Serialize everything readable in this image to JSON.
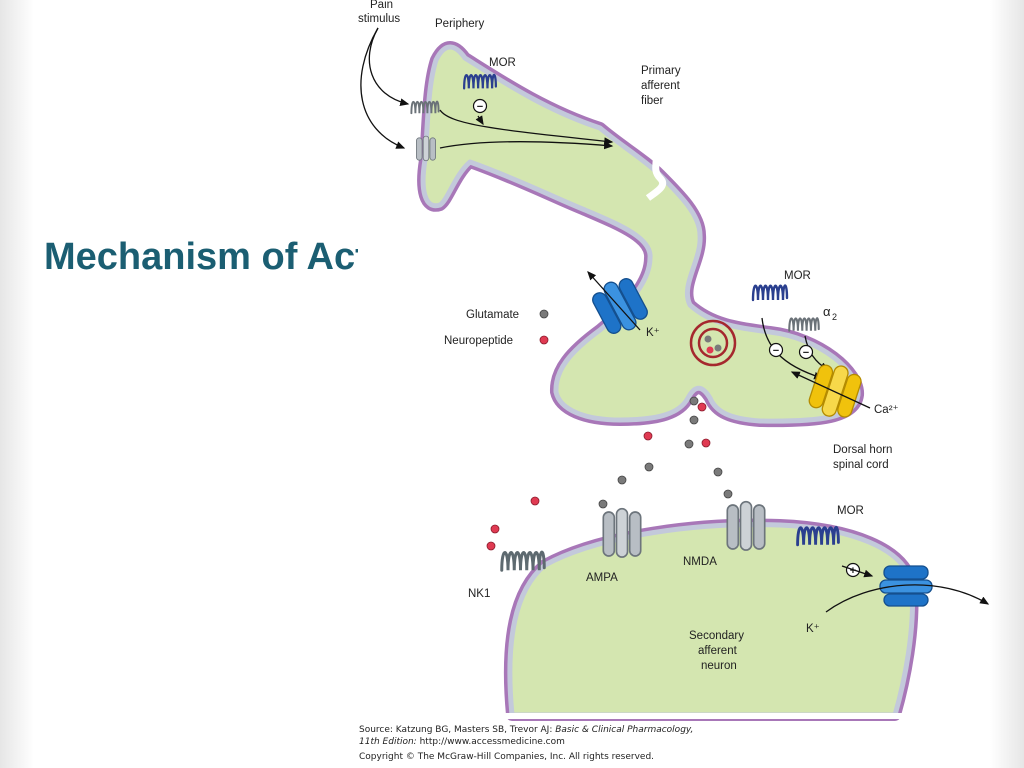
{
  "slide": {
    "title": "Mechanism of Action"
  },
  "colors": {
    "title": "#1b5e72",
    "cytoplasm": "#d4e6b0",
    "membrane_outer": "#a877b8",
    "membrane_inner": "#c3c9db",
    "receptor_blue": "#1e73c8",
    "receptor_dark": "#2a3f8f",
    "calcium_channel": "#f0c20c",
    "glutamate": "#7a7a7a",
    "neuropeptide": "#e03a52",
    "vesicle": "#a5282e"
  },
  "figure": {
    "labels": {
      "pain_line1": "Pain",
      "pain_line2": "stimulus",
      "periphery": "Periphery",
      "mor_top": "MOR",
      "primary_line1": "Primary",
      "primary_line2": "afferent",
      "primary_line3": "fiber",
      "mor_mid": "MOR",
      "alpha2": "α",
      "alpha2_sub": "2",
      "k_plus_top": "K⁺",
      "ca2_plus": "Ca²⁺",
      "glutamate": "Glutamate",
      "neuropeptide": "Neuropeptide",
      "dorsal_line1": "Dorsal horn",
      "dorsal_line2": "spinal cord",
      "mor_bottom": "MOR",
      "nmda": "NMDA",
      "ampa": "AMPA",
      "nk1": "NK1",
      "k_plus_bottom": "K⁺",
      "secondary_line1": "Secondary",
      "secondary_line2": "afferent",
      "secondary_line3": "neuron"
    },
    "signs": {
      "minus": "−",
      "plus": "+"
    },
    "icons": {
      "receptor_7tm": "serpentine-receptor-icon",
      "ion_channel": "ion-channel-icon",
      "vesicle": "synaptic-vesicle-icon"
    }
  },
  "source": {
    "line1_prefix": "Source: Katzung BG, Masters SB, Trevor AJ: ",
    "line1_title": "Basic & Clinical Pharmacology,",
    "line2_edition": "11th Edition: ",
    "line2_url": "http://www.accessmedicine.com",
    "line3": "Copyright © The McGraw-Hill Companies, Inc. All rights reserved."
  }
}
